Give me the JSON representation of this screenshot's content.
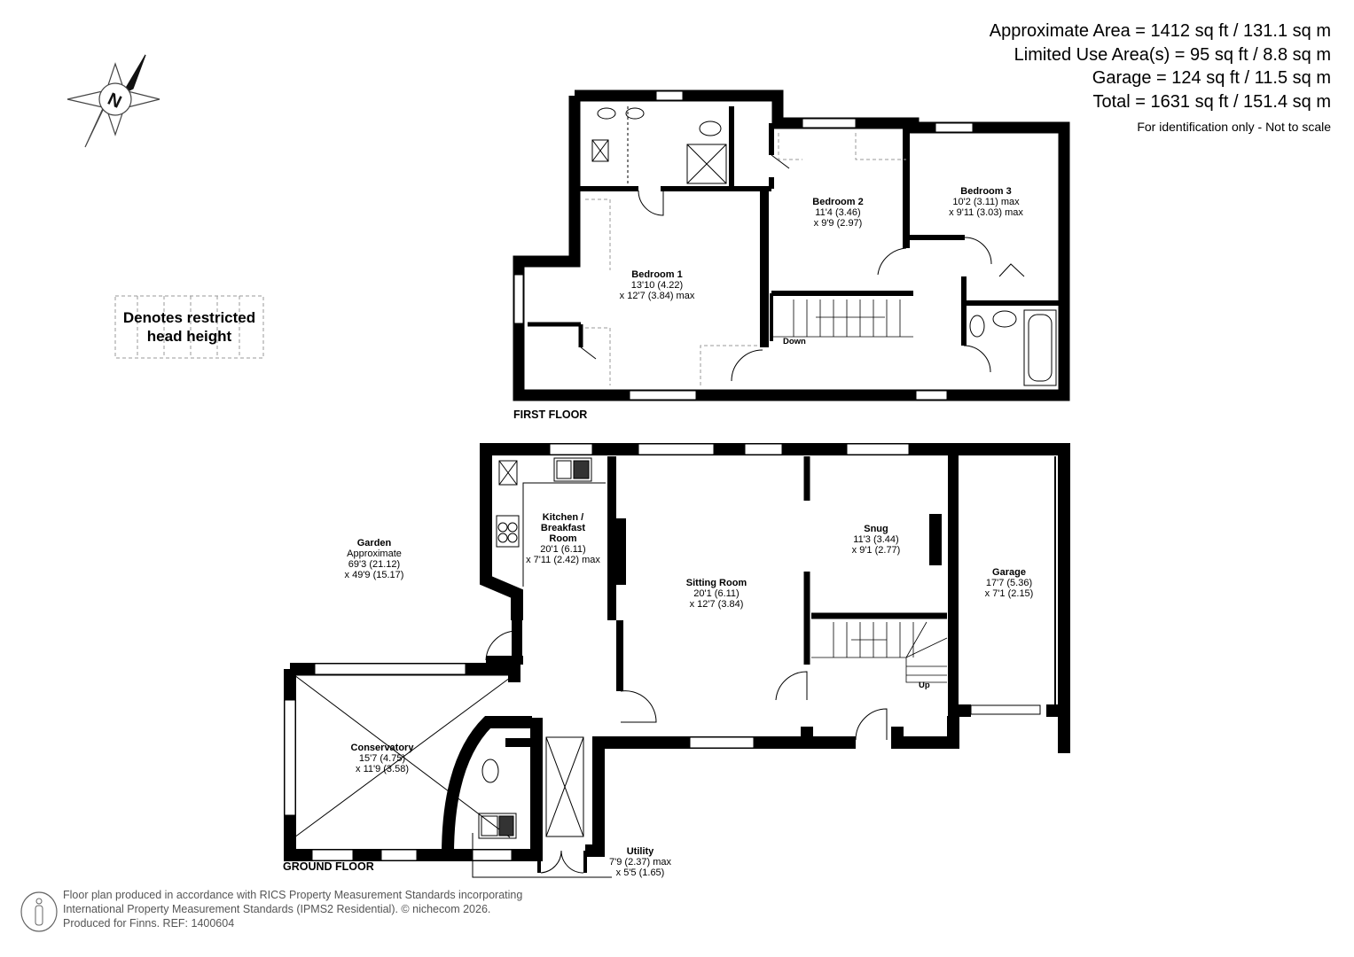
{
  "summary": {
    "approx_area": "Approximate Area = 1412 sq ft / 131.1 sq m",
    "limited_use": "Limited Use Area(s) = 95 sq ft / 8.8 sq m",
    "garage": "Garage = 124 sq ft / 11.5 sq m",
    "total": "Total = 1631 sq ft / 151.4 sq m",
    "note": "For identification only - Not to scale"
  },
  "compass": {
    "label": "N",
    "icon": "north-compass-icon"
  },
  "legend": {
    "line1": "Denotes restricted",
    "line2": "head height"
  },
  "first_floor": {
    "label": "FIRST FLOOR",
    "rooms": [
      {
        "name": "Bedroom 1",
        "dim1": "13'10 (4.22)",
        "dim2": "x 12'7 (3.84) max"
      },
      {
        "name": "Bedroom 2",
        "dim1": "11'4 (3.46)",
        "dim2": "x 9'9 (2.97)"
      },
      {
        "name": "Bedroom 3",
        "dim1": "10'2 (3.11) max",
        "dim2": "x 9'11 (3.03) max"
      }
    ],
    "stairs_label": "Down"
  },
  "ground_floor": {
    "label": "GROUND FLOOR",
    "rooms": [
      {
        "name": "Kitchen / Breakfast Room",
        "name1": "Kitchen /",
        "name2": "Breakfast",
        "name3": "Room",
        "dim1": "20'1 (6.11)",
        "dim2": "x 7'11 (2.42) max"
      },
      {
        "name": "Sitting Room",
        "dim1": "20'1 (6.11)",
        "dim2": "x 12'7 (3.84)"
      },
      {
        "name": "Snug",
        "dim1": "11'3 (3.44)",
        "dim2": "x 9'1 (2.77)"
      },
      {
        "name": "Garage",
        "dim1": "17'7 (5.36)",
        "dim2": "x 7'1 (2.15)"
      },
      {
        "name": "Conservatory",
        "dim1": "15'7 (4.75)",
        "dim2": "x 11'9 (3.58)"
      },
      {
        "name": "Utility",
        "dim1": "7'9 (2.37) max",
        "dim2": "x 5'5 (1.65)"
      }
    ],
    "garden": {
      "name": "Garden",
      "sub": "Approximate",
      "dim1": "69'3 (21.12)",
      "dim2": "x 49'9 (15.17)"
    },
    "stairs_label": "Up"
  },
  "footer": {
    "line1": "Floor plan produced in accordance with RICS Property Measurement Standards incorporating",
    "line2": "International Property Measurement Standards (IPMS2 Residential).   © nichecom 2026.",
    "line3": "Produced for Finns.   REF:  1400604",
    "icon": "person-icon"
  }
}
